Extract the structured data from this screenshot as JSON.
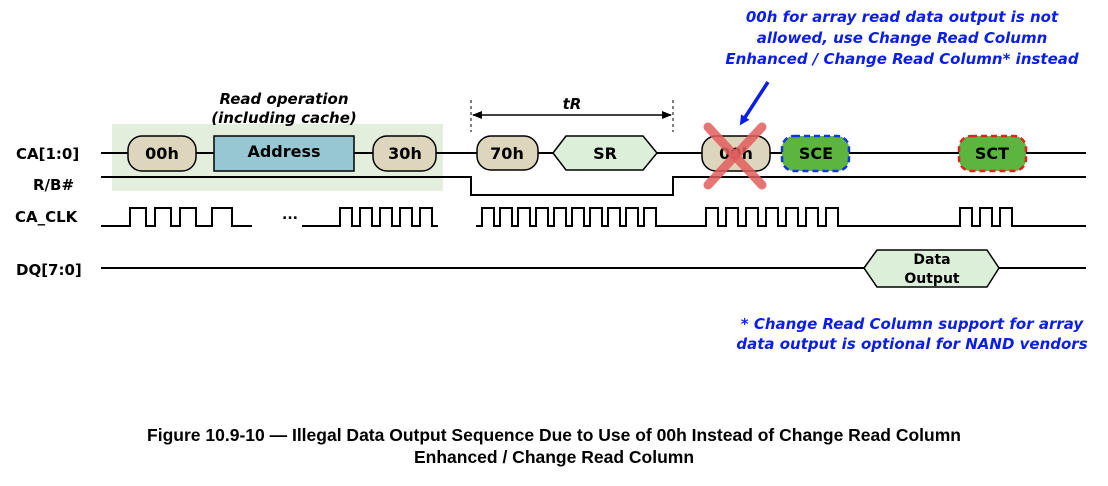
{
  "signals": {
    "ca": "CA[1:0]",
    "rb": "R/B#",
    "clk": "CA_CLK",
    "dq": "DQ[7:0]"
  },
  "boxes": {
    "cmd00": "00h",
    "address": "Address",
    "cmd30": "30h",
    "cmd70": "70h",
    "sr": "SR",
    "cmd00_illegal": "00h",
    "sce": "SCE",
    "sct": "SCT",
    "data_line1": "Data",
    "data_line2": "Output"
  },
  "annotations": {
    "read_op_line1": "Read operation",
    "read_op_line2": "(including cache)",
    "tr": "tR",
    "ellipsis": "..."
  },
  "notes": {
    "top_line1": "00h for array read data output is not",
    "top_line2": "allowed, use Change Read Column",
    "top_line3": "Enhanced / Change Read Column* instead",
    "bottom_line1": "* Change Read Column support for array",
    "bottom_line2": "data output is optional for NAND vendors"
  },
  "caption": {
    "line1": "Figure 10.9-10 — Illegal Data Output Sequence Due to Use of 00h Instead of Change Read Column",
    "line2": "Enhanced / Change Read Column"
  },
  "colors": {
    "highlight": "#e3eedd",
    "tan": "#ddd6bc",
    "teal": "#97c7d3",
    "light_green": "#dcf0d9",
    "bright_green": "#5bb53e",
    "red_fill": "#e25856",
    "cross_red": "#e25e5e",
    "blue_dash": "#1533e6",
    "red_dash": "#e52020",
    "note_blue": "#0a1ee8"
  }
}
